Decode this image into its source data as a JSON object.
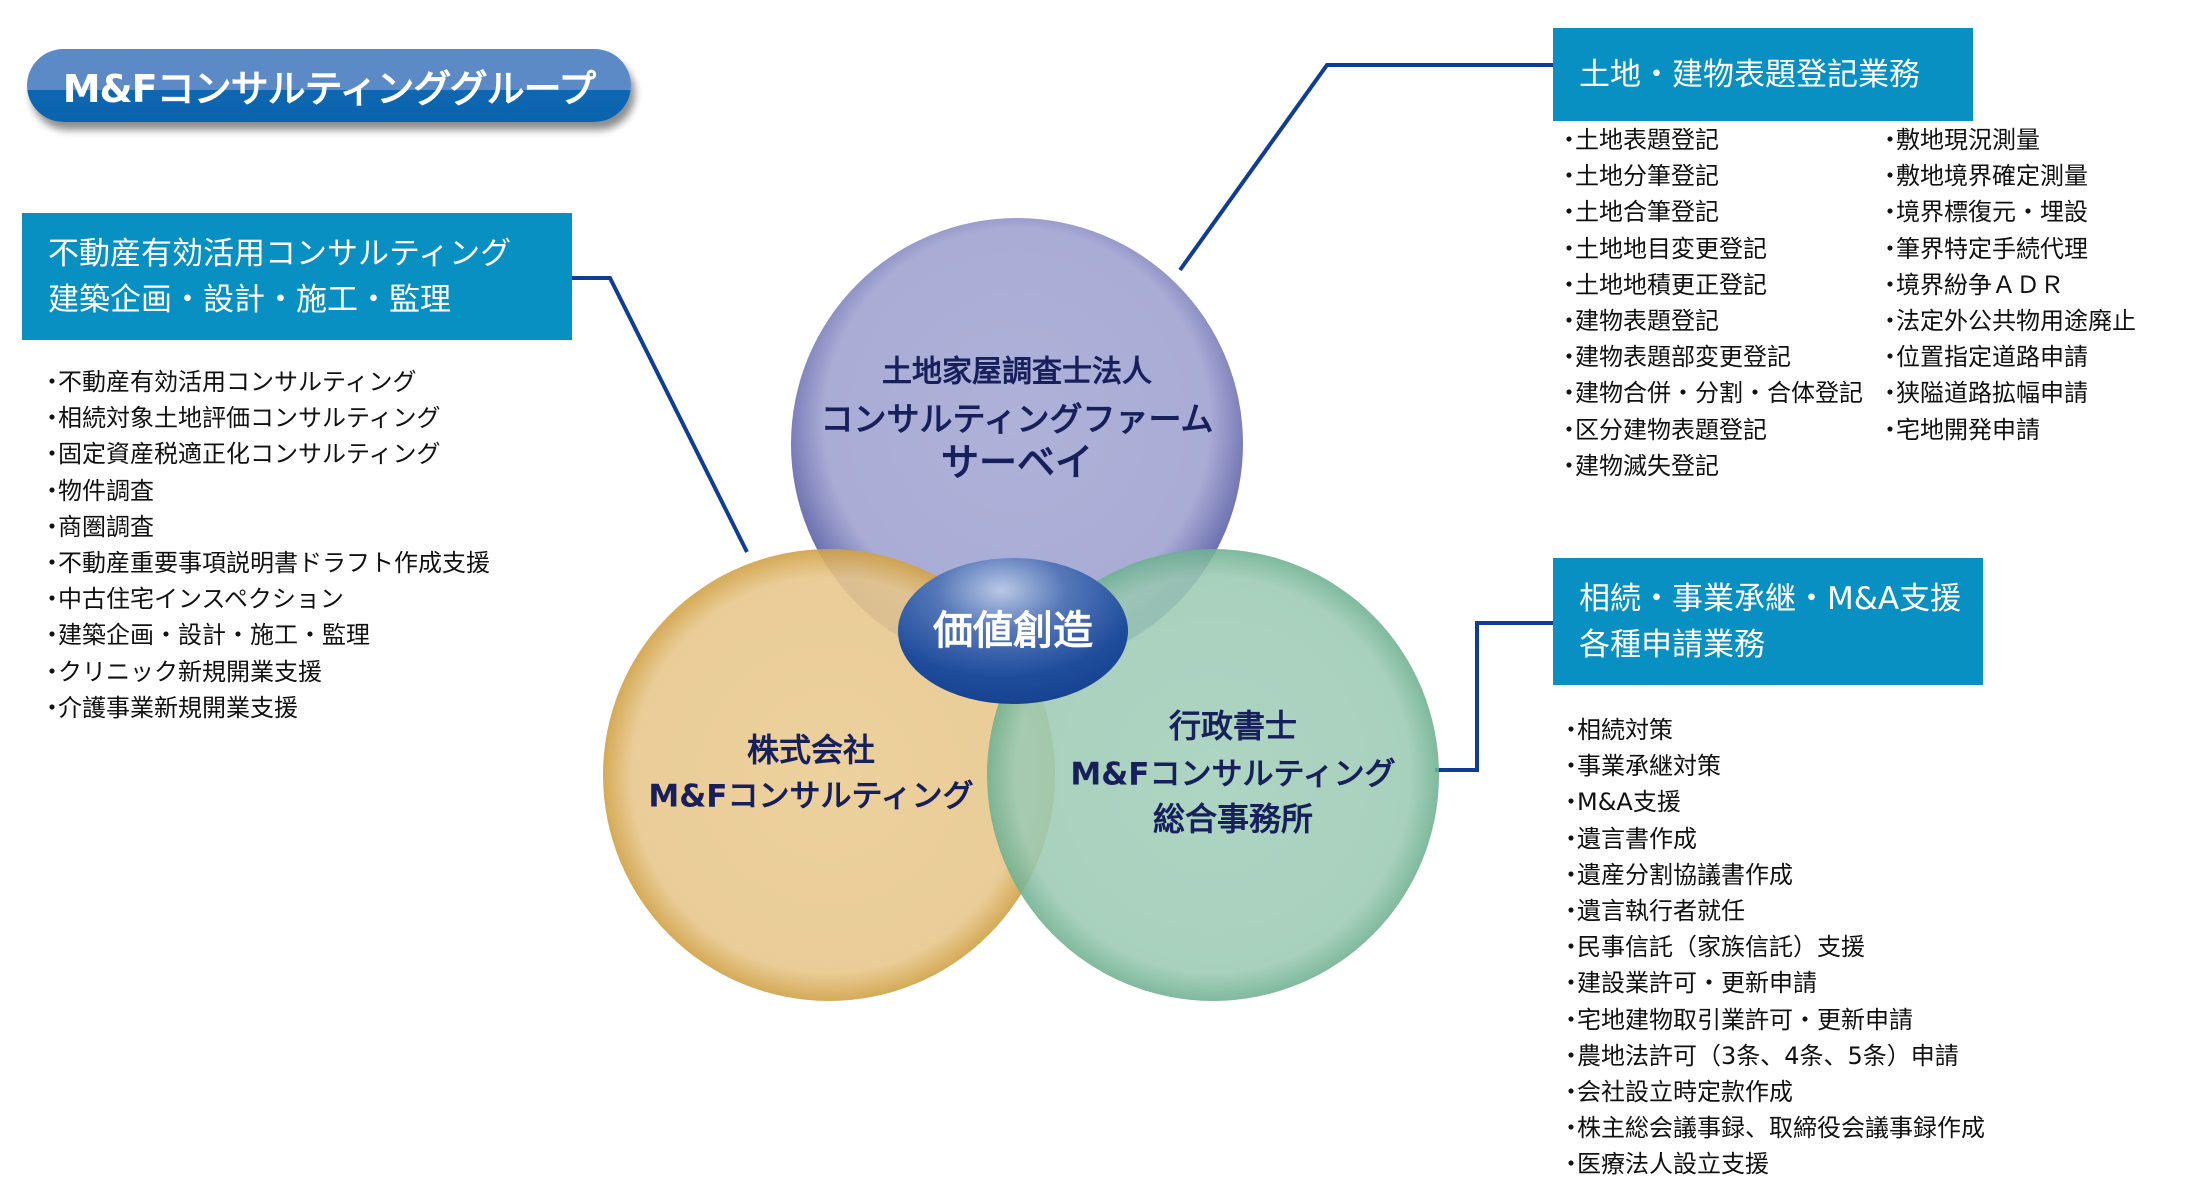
{
  "title": "M&Fコンサルティンググループ",
  "center": {
    "label": "価値創造"
  },
  "circles": {
    "top": {
      "lines": [
        "土地家屋調査士法人",
        "コンサルティングファーム",
        "サーベイ"
      ],
      "color": "#aaaed6"
    },
    "left": {
      "lines": [
        "株式会社",
        "M&Fコンサルティング"
      ],
      "color": "#e8c98f"
    },
    "right": {
      "lines": [
        "行政書士",
        "M&Fコンサルティング",
        "総合事務所"
      ],
      "color": "#9fcdb7"
    }
  },
  "colors": {
    "header_box": "#0890c3",
    "connector": "#0f3d96",
    "circle_text": "#18205c",
    "center_ellipse": "#1f4f9e"
  },
  "sections": {
    "realestate": {
      "heading": [
        "不動産有効活用コンサルティング",
        "建築企画・設計・施工・監理"
      ],
      "items": [
        "不動産有効活用コンサルティング",
        "相続対象土地評価コンサルティング",
        "固定資産税適正化コンサルティング",
        "物件調査",
        "商圏調査",
        "不動産重要事項説明書ドラフト作成支援",
        "中古住宅インスペクション",
        "建築企画・設計・施工・監理",
        "クリニック新規開業支援",
        "介護事業新規開業支援"
      ]
    },
    "registration": {
      "heading": [
        "土地・建物表題登記業務"
      ],
      "items_col1": [
        "土地表題登記",
        "土地分筆登記",
        "土地合筆登記",
        "土地地目変更登記",
        "土地地積更正登記",
        "建物表題登記",
        "建物表題部変更登記",
        "建物合併・分割・合体登記",
        "区分建物表題登記",
        "建物滅失登記"
      ],
      "items_col2": [
        "敷地現況測量",
        "敷地境界確定測量",
        "境界標復元・埋設",
        "筆界特定手続代理",
        "境界紛争ＡＤＲ",
        "法定外公共物用途廃止",
        "位置指定道路申請",
        "狭隘道路拡幅申請",
        "宅地開発申請"
      ]
    },
    "inheritance": {
      "heading": [
        "相続・事業承継・M&A支援",
        "各種申請業務"
      ],
      "items": [
        "相続対策",
        "事業承継対策",
        "M&A支援",
        "遺言書作成",
        "遺産分割協議書作成",
        "遺言執行者就任",
        "民事信託（家族信託）支援",
        "建設業許可・更新申請",
        "宅地建物取引業許可・更新申請",
        "農地法許可（3条、4条、5条）申請",
        "会社設立時定款作成",
        "株主総会議事録、取締役会議事録作成",
        "医療法人設立支援"
      ]
    }
  }
}
